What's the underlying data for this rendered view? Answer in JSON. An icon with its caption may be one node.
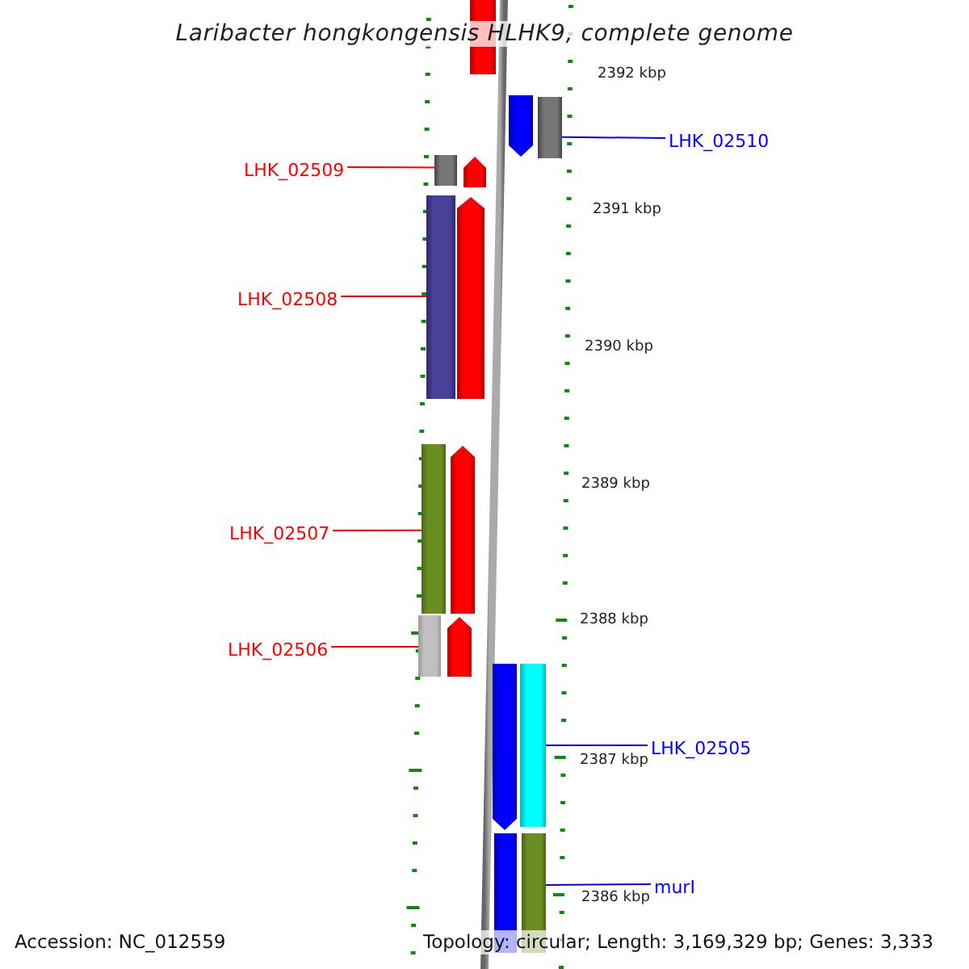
{
  "diagram": {
    "title": "Laribacter hongkongensis HLHK9, complete genome",
    "nodes": [
      {
        "text": [],
        "shape": "bar"
      },
      {
        "text": [
          "LHK_02510"
        ]
      },
      {
        "text": [],
        "shape": "arrow"
      },
      {
        "text": [],
        "shape": "bar"
      },
      {
        "text": [
          "LHK_02509"
        ]
      },
      {
        "text": [],
        "shape": "bar"
      },
      {
        "text": [],
        "shape": "arrow"
      },
      {
        "text": [
          "LHK_02508"
        ]
      },
      {
        "text": [],
        "shape": "bar"
      },
      {
        "text": [],
        "shape": "arrow"
      },
      {
        "text": [
          "LHK_02507"
        ]
      },
      {
        "text": [],
        "shape": "bar"
      },
      {
        "text": [],
        "shape": "arrow"
      },
      {
        "text": [
          "LHK_02506"
        ]
      },
      {
        "text": [],
        "shape": "bar"
      },
      {
        "text": [],
        "shape": "arrow"
      },
      {
        "text": [],
        "shape": "arrow"
      },
      {
        "text": [
          "LHK_02505"
        ]
      },
      {
        "text": [],
        "shape": "bar"
      },
      {
        "text": [],
        "shape": "bar"
      },
      {
        "text": [
          "murI"
        ]
      },
      {
        "text": [],
        "shape": "bar"
      }
    ],
    "edges": [
      {
        "from": 1,
        "to": 3,
        "arrow": "none",
        "color": "#0000ff"
      },
      {
        "from": 4,
        "to": 5,
        "arrow": "none"
      },
      {
        "from": 7,
        "to": 8,
        "arrow": "none"
      },
      {
        "from": 10,
        "to": 11,
        "arrow": "none"
      },
      {
        "from": 13,
        "to": 14,
        "arrow": "none"
      },
      {
        "from": 17,
        "to": 18,
        "arrow": "none",
        "color": "#0000ff"
      },
      {
        "from": 20,
        "to": 21,
        "arrow": "none",
        "color": "#0000ff"
      }
    ],
    "labels": [
      "2392 kbp",
      "2391 kbp",
      "2390 kbp",
      "2389 kbp",
      "2388 kbp",
      "2387 kbp",
      "2386 kbp",
      "Accession: NC_012559",
      "Topology: circular; Length: 3,169,329 bp; Genes: 3,333"
    ]
  }
}
